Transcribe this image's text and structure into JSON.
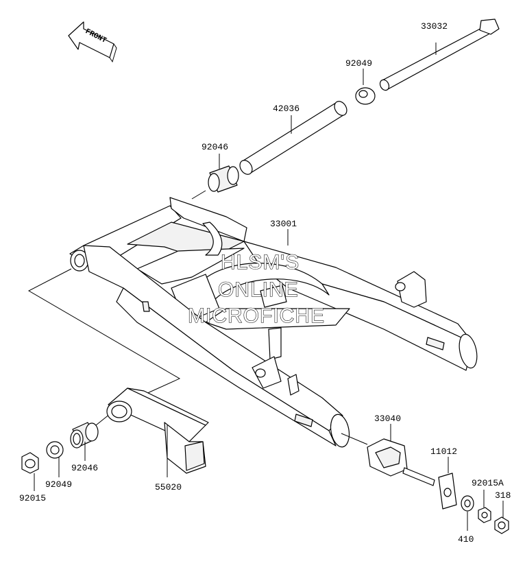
{
  "front_label": "FRONT",
  "watermark": {
    "line1": "HLSM'S",
    "line2": "ONLINE",
    "line3": "MICROFICHE"
  },
  "parts": {
    "p33032": "33032",
    "p92049_top": "92049",
    "p42036": "42036",
    "p92046_top": "92046",
    "p33001": "33001",
    "p33040": "33040",
    "p11012": "11012",
    "p92015A": "92015A",
    "p318": "318",
    "p410": "410",
    "p55020": "55020",
    "p92046_bottom": "92046",
    "p92049_bottom": "92049",
    "p92015": "92015"
  }
}
